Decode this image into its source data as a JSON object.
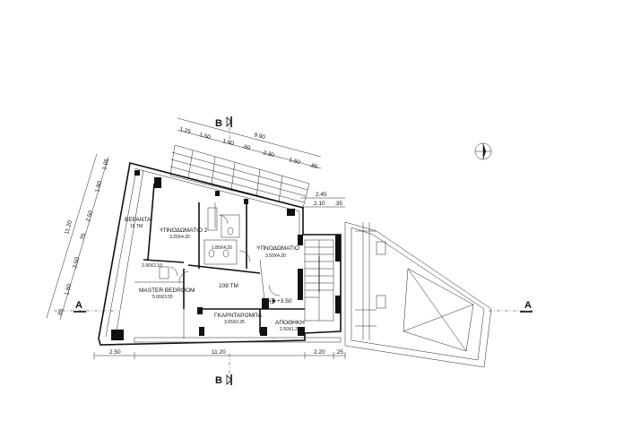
{
  "section_marks": {
    "top": "B",
    "bottom": "B",
    "left": "A",
    "right": "A"
  },
  "top_dims": {
    "overall": "9.90",
    "segments": [
      "1.25",
      "1.50",
      "1.80",
      ".60",
      "2.30",
      "1.50",
      ".85"
    ]
  },
  "right_dims": {
    "upper": "2.45",
    "lower": "2.10",
    "end": ".35"
  },
  "left_dims": {
    "overall": "11.20",
    "segments": [
      "1.05",
      "1.80",
      "2.50",
      ".70",
      "2.50",
      "1.60",
      ".85"
    ]
  },
  "bottom_dims": {
    "overall": "11.20",
    "left": "2.50",
    "right": "2.20",
    "end": ".25"
  },
  "rooms": {
    "veranda": {
      "name": "ΒΕΡΑΝΤΑ",
      "area": "16 ΤΜ"
    },
    "bedroom2": {
      "name": "ΥΠΝΟΔΩΜΑΤΙΟ 2",
      "size": "3.20X4.20"
    },
    "bedroom": {
      "name": "ΥΠΝΟΔΩΜΑΤΙΟ",
      "size": "3.50X4.20"
    },
    "bath": {
      "size": "1.80X4.20"
    },
    "closet": {
      "size": "2.90X2.10"
    },
    "master": {
      "name": "MASTER BEDROOM",
      "size": "5.00X3.55"
    },
    "total": {
      "area": "109 ΤΜ"
    },
    "wardrobe": {
      "name": "ΓΚΑΡΝΤΑΡΟΜΠΑ",
      "size": "3.65X2.25"
    },
    "storage": {
      "name": "ΑΠΟΘΗΚΗ",
      "size": "2.50X1.20"
    }
  },
  "level": "+3.50"
}
